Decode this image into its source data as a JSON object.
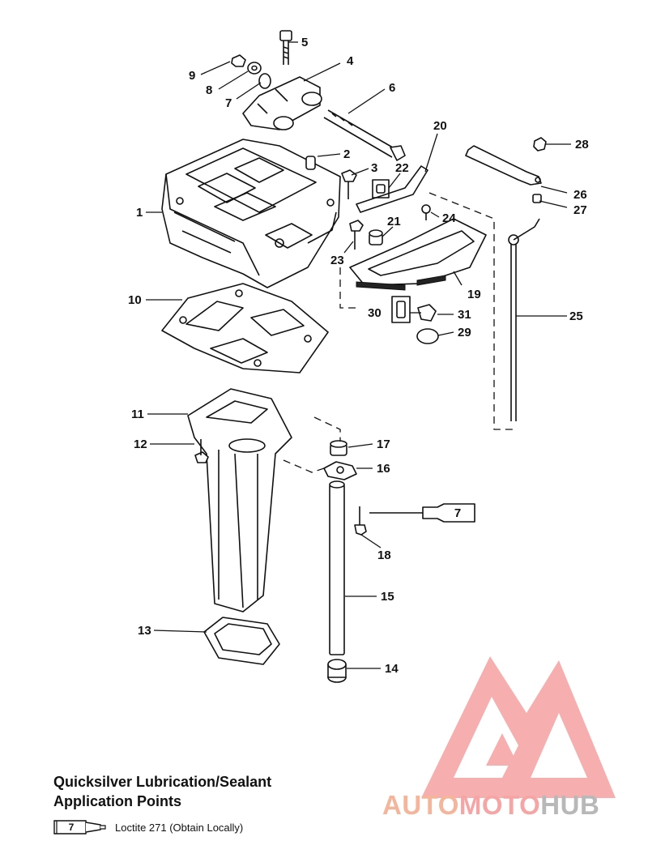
{
  "callouts": [
    "1",
    "2",
    "3",
    "4",
    "5",
    "6",
    "7",
    "8",
    "9",
    "10",
    "11",
    "12",
    "13",
    "14",
    "15",
    "16",
    "17",
    "18",
    "19",
    "20",
    "21",
    "22",
    "23",
    "24",
    "25",
    "26",
    "27",
    "28",
    "29",
    "30",
    "31"
  ],
  "tube_label": "7",
  "legend": {
    "title_line1": "Quicksilver Lubrication/Sealant",
    "title_line2": "Application Points",
    "tube_number": "7",
    "item_text": "Loctite 271 (Obtain Locally)"
  },
  "watermark": {
    "part1": "AUTO",
    "part2": "MOTO",
    "part3": "HUB",
    "colors": {
      "auto": "#f4b59a",
      "moto": "#f6a4a4",
      "hub": "#b8b8b8",
      "logo": "#f58f8f"
    }
  }
}
